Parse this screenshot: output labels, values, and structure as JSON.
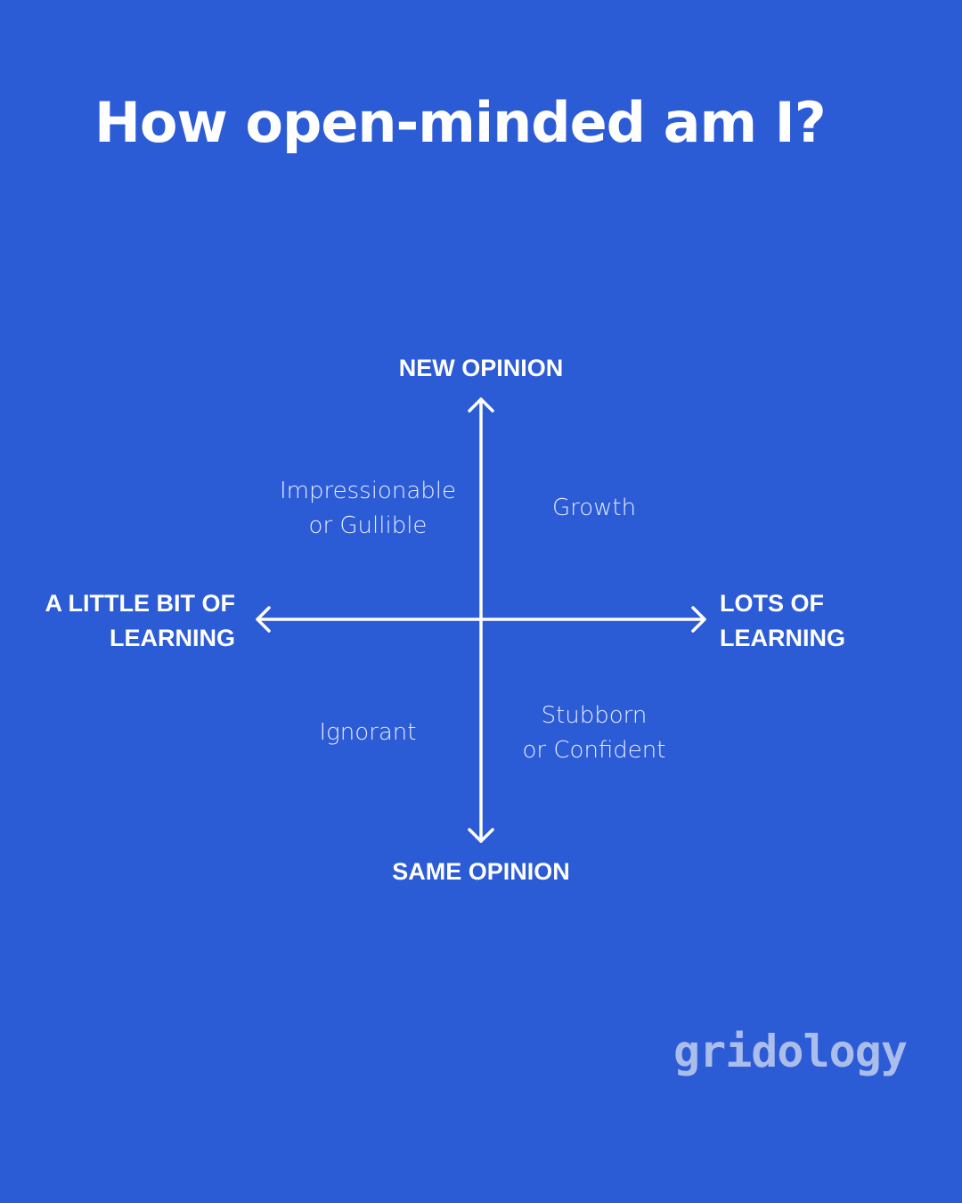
{
  "colors": {
    "background": "#2c5bd6",
    "foreground": "#ffffff",
    "quadrant_text": "#e6ecff",
    "logo": "#b9c8ee"
  },
  "title": "How open-minded am I?",
  "axes": {
    "top": "NEW OPINION",
    "bottom": "SAME OPINION",
    "left_line1": "A LITTLE BIT OF",
    "left_line2": "LEARNING",
    "right_line1": "LOTS OF",
    "right_line2": "LEARNING"
  },
  "quadrants": {
    "top_left_line1": "Impressionable",
    "top_left_line2": "or Gullible",
    "top_right": "Growth",
    "bottom_left": "Ignorant",
    "bottom_right_line1": "Stubborn",
    "bottom_right_line2": "or Confident"
  },
  "logo": "gridology"
}
